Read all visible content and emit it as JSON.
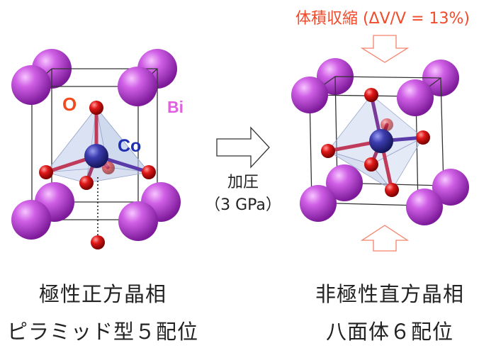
{
  "left": {
    "label_o": "O",
    "label_co": "Co",
    "label_bi": "Bi",
    "caption_line1": "極性正方晶相",
    "caption_line2": "ピラミッド型５配位"
  },
  "middle": {
    "pressure_label": "加圧",
    "pressure_value": "（3 GPa）"
  },
  "right": {
    "compression_label": "体積収縮 (ΔV/V = 13%)",
    "caption_line1": "非極性直方晶相",
    "caption_line2": "八面体６配位"
  },
  "colors": {
    "bi": "#b040d0",
    "co": "#3a3aa8",
    "o": "#e02020",
    "label_o": "#f04a1e",
    "label_co": "#1f2fb0",
    "label_bi": "#e060e0",
    "compression": "#f04a2a"
  }
}
